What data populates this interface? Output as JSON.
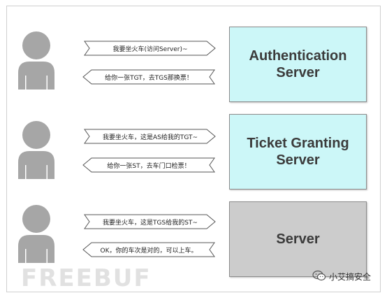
{
  "rows": [
    {
      "request": "我要坐火车(访问Server)~",
      "response": "给你一张TGT，去TGS那换票！",
      "server": {
        "line1": "Authentication",
        "line2": "Server"
      }
    },
    {
      "request": "我要坐火车，这是AS给我的TGT~",
      "response": "给你一张ST，去车门口检票！",
      "server": {
        "line1": "Ticket Granting",
        "line2": "Server"
      }
    },
    {
      "request": "我要坐火车，这是TGS给我的ST~",
      "response": "OK，你的车次是对的，可以上车。",
      "server": {
        "line1": "Server",
        "line2": ""
      }
    }
  ],
  "watermark": "FREEBUF",
  "wechat_label": "小艾搞安全",
  "colors": {
    "cyan_box": "#ccf7f8",
    "gray_box": "#cccccc",
    "person": "#a6a6a6"
  },
  "icons": [
    "person-icon",
    "wechat-icon"
  ]
}
